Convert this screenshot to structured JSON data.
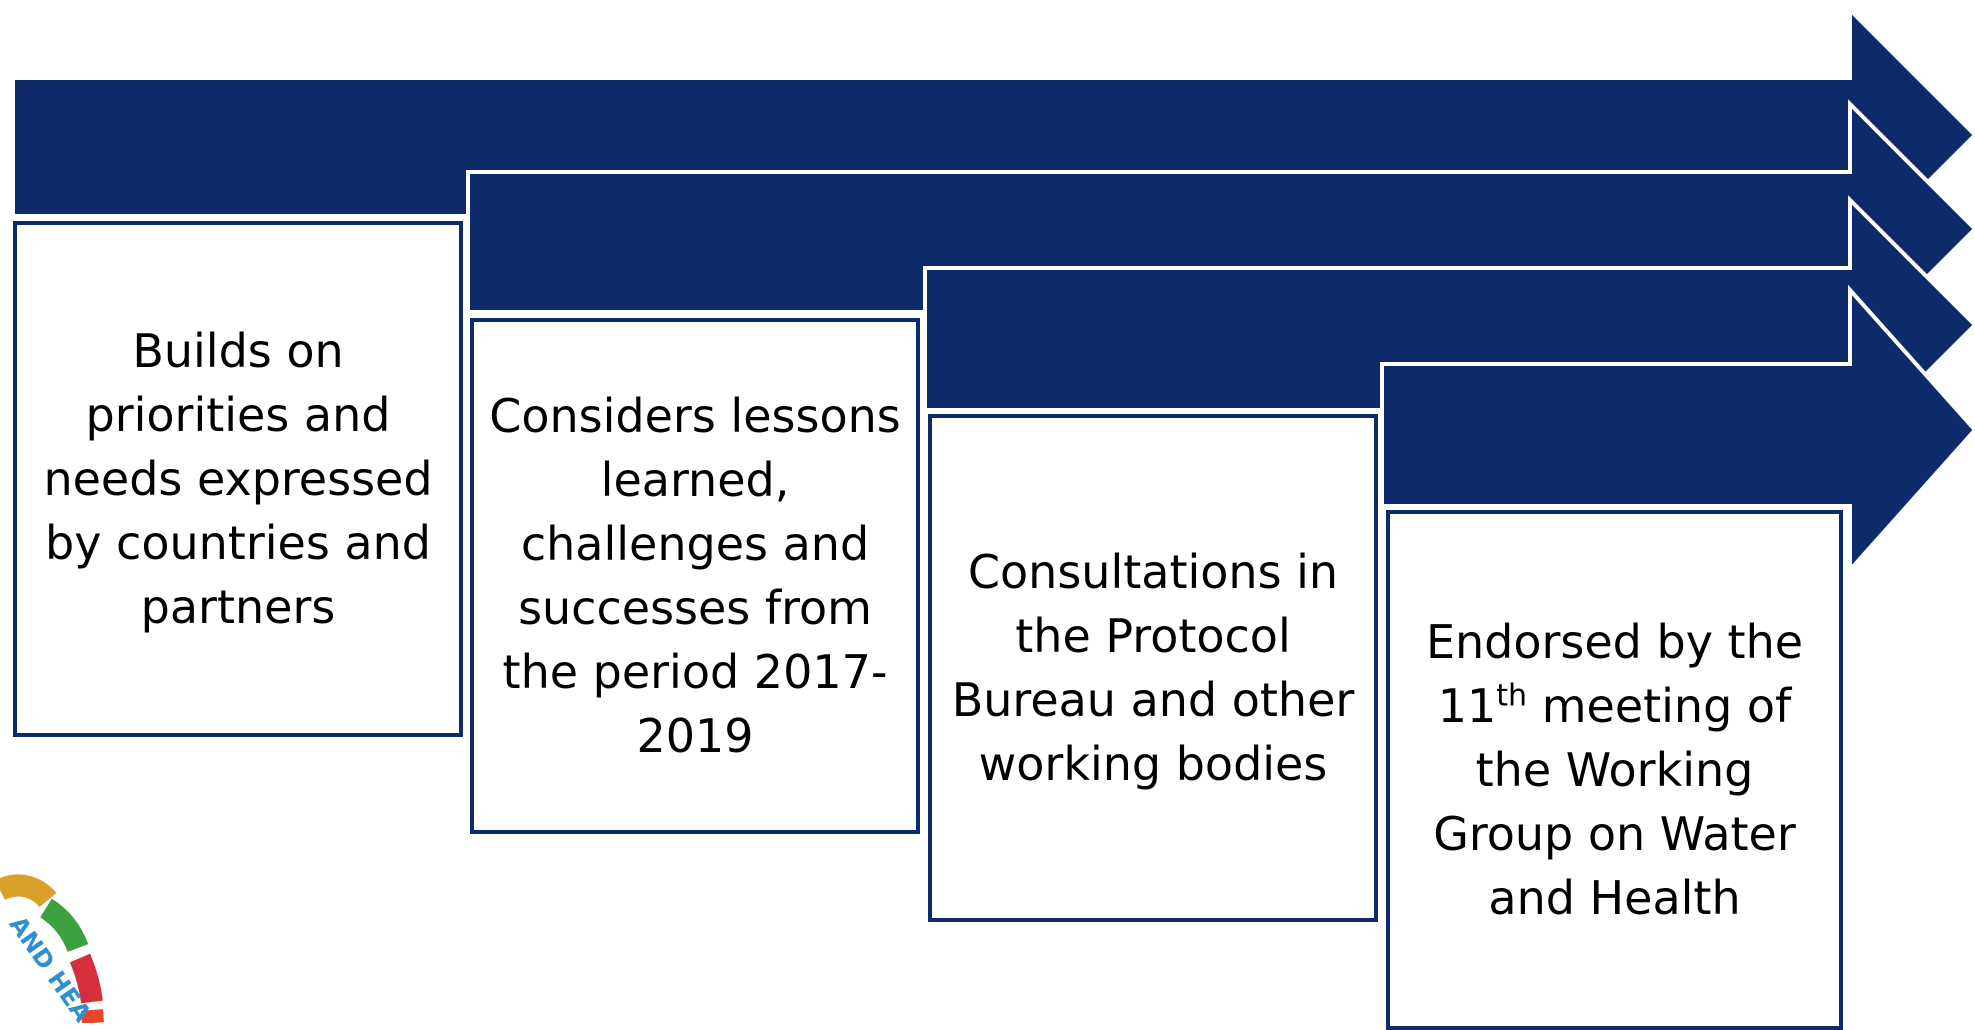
{
  "colors": {
    "arrow": "#0d2b6b",
    "box_border": "#0d2b6b",
    "text": "#000000"
  },
  "steps": [
    {
      "text": "Builds on priorities and needs expressed by countries and partners"
    },
    {
      "text": "Considers lessons learned, challenges and successes from the period 2017-2019"
    },
    {
      "text": "Consultations in the Protocol Bureau and other working bodies"
    },
    {
      "text": "Endorsed by the",
      "num": "11",
      "sup": "th",
      "rest": "meeting of the Working Group on Water and Health"
    }
  ],
  "logo": {
    "text": "AND HEA"
  }
}
